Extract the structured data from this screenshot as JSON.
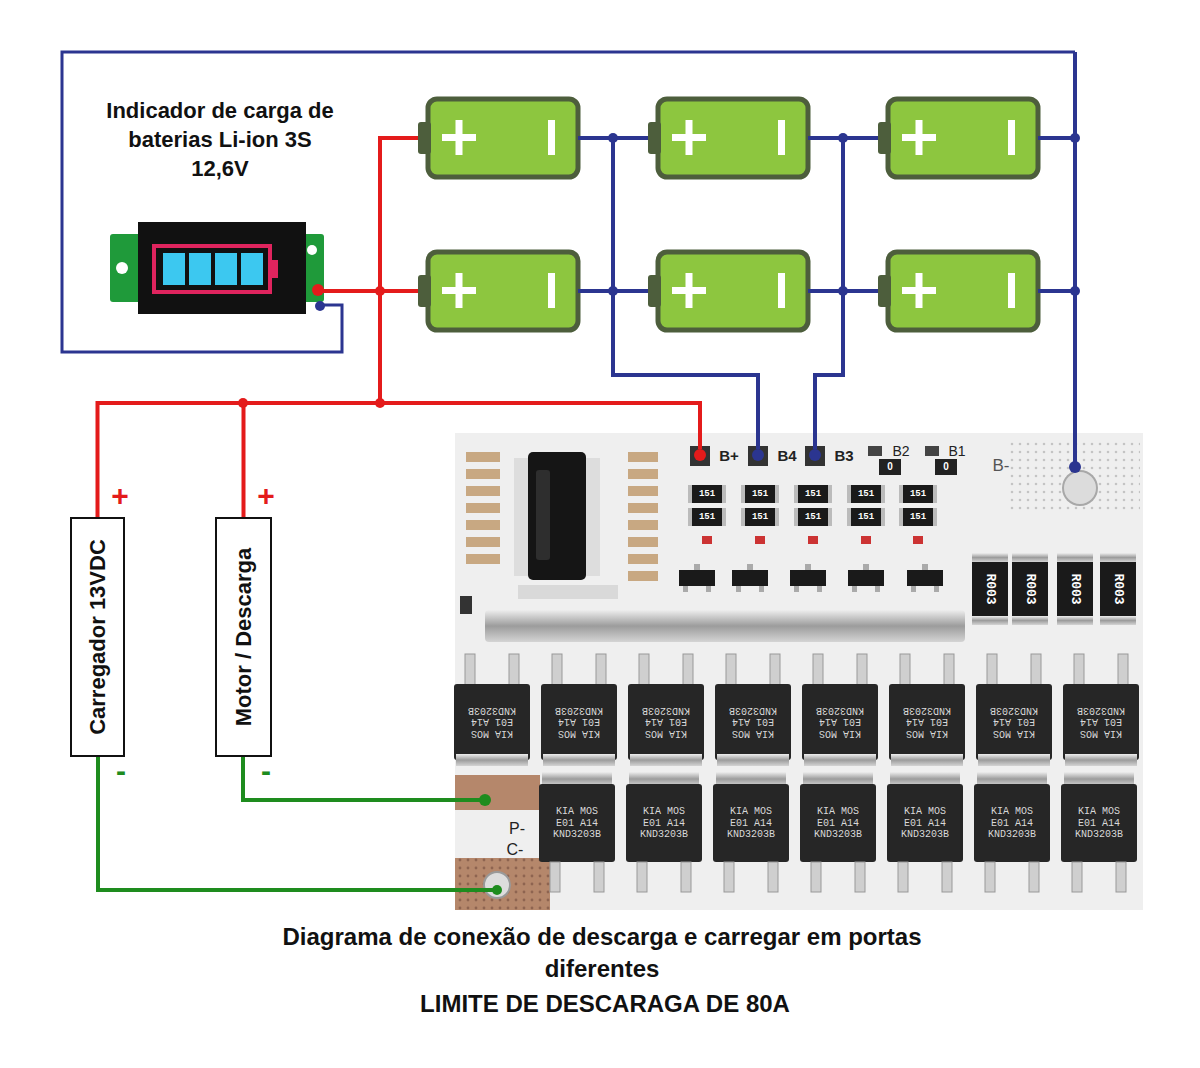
{
  "diagram": {
    "caption": "Diagrama de conexão de descarga e carregar em portas diferentes",
    "nodes": [
      {
        "text": [
          "Indicador de carga de baterias Li-ion 3S 12,6V"
        ]
      },
      {
        "text": [
          "Carregador 13VDC"
        ]
      },
      {
        "text": [
          "Motor / Descarga"
        ]
      }
    ],
    "edges": [
      {
        "from": 1,
        "to": 2,
        "arrow": "none"
      }
    ],
    "labels": [
      "+",
      "-",
      "+",
      "-",
      "B+",
      "B4",
      "B3",
      "B2",
      "B1",
      "B-",
      "0",
      "0",
      "P-",
      "C-",
      "151",
      "151",
      "151",
      "151",
      "151",
      "151",
      "151",
      "151",
      "151",
      "151",
      "R003",
      "R003",
      "R003",
      "R003",
      "KIA MOS E01 A14 KND3203B",
      "KIA MOS E01 A14 KND3203B",
      "KIA MOS E01 A14 KND3203B",
      "KIA MOS E01 A14 KND3203B",
      "KIA MOS E01 A14 KND3203B",
      "KIA MOS E01 A14 KND3203B",
      "KIA MOS E01 A14 KND3203B",
      "KIA MOS E01 A14 KND3203B",
      "KIA MOS E01 A14 KND3203B",
      "KIA MOS E01 A14 KND3203B",
      "KIA MOS E01 A14 KND3203B",
      "KIA MOS E01 A14 KND3203B",
      "KIA MOS E01 A14 KND3203B",
      "KIA MOS E01 A14 KND3203B",
      "KIA MOS E01 A14 KND3203B",
      "LIMITE DE DESCARAGA DE 80A"
    ]
  }
}
